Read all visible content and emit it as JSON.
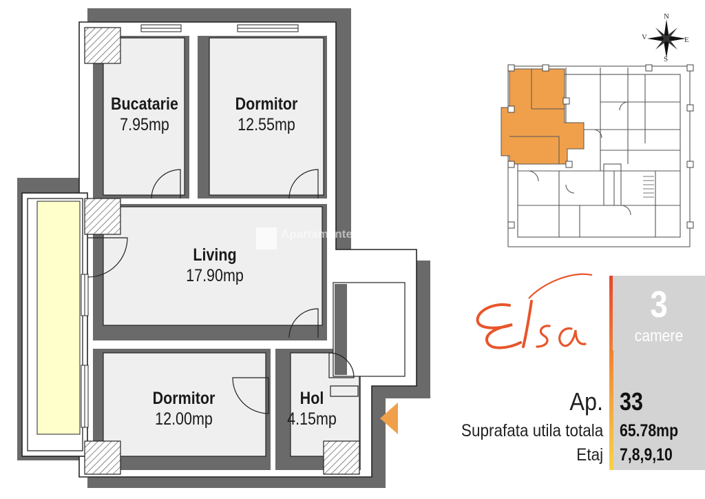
{
  "rooms": [
    {
      "name": "Bucatarie",
      "area": "7.95mp"
    },
    {
      "name": "Dormitor",
      "area": "12.55mp"
    },
    {
      "name": "Living",
      "area": "17.90mp"
    },
    {
      "name": "Dormitor",
      "area": "12.00mp"
    },
    {
      "name": "Hol",
      "area": "4.15mp"
    }
  ],
  "compass": {
    "north": "N",
    "south": "S",
    "east": "E",
    "west": "V"
  },
  "brand": {
    "logo_text": "Elsa",
    "watermark": "Apartamente"
  },
  "unit_type": {
    "count": "3",
    "label": "camere"
  },
  "apartment": {
    "label": "Ap.",
    "number": "33",
    "area_label": "Suprafata utila totala",
    "area_value": "65.78mp",
    "floor_label": "Etaj",
    "floor_value": "7,8,9,10"
  },
  "colors": {
    "wall": "#ffffff",
    "wall_shadow": "#666666",
    "floor": "#efefef",
    "balcony": "#ffffcc",
    "highlight": "#f0a04b",
    "accent": "#e8552b",
    "info_bg": "#d3d3d3"
  }
}
